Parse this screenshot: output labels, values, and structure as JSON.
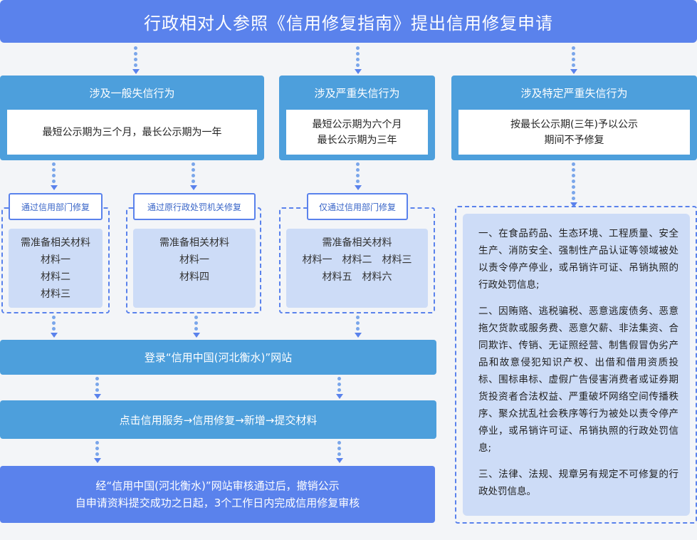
{
  "title": "行政相对人参照《信用修复指南》提出信用修复申请",
  "categories": [
    {
      "title": "涉及一般失信行为",
      "lines": [
        "最短公示期为三个月，最长公示期为一年"
      ]
    },
    {
      "title": "涉及严重失信行为",
      "lines": [
        "最短公示期为六个月",
        "最长公示期为三年"
      ]
    },
    {
      "title": "涉及特定严重失信行为",
      "lines": [
        "按最长公示期(三年)予以公示",
        "期间不予修复"
      ]
    }
  ],
  "methods": [
    {
      "label": "通过信用部门修复",
      "materials": [
        "需准备相关材料",
        "材料一",
        "材料二",
        "材料三"
      ]
    },
    {
      "label": "通过原行政处罚机关修复",
      "materials": [
        "需准备相关材料",
        "材料一",
        "材料四"
      ]
    },
    {
      "label": "仅通过信用部门修复",
      "materials": [
        "需准备相关材料",
        "材料一　材料二　材料三",
        "材料五　材料六"
      ]
    }
  ],
  "steps": {
    "login": "登录“信用中国(河北衡水)”网站",
    "click_path": "点击信用服务→信用修复→新增→提交材料",
    "final_line1": "经“信用中国(河北衡水)”网站审核通过后，撤销公示",
    "final_line2": "自申请资料提交成功之日起，3个工作日内完成信用修复审核"
  },
  "notes": [
    "一、在食品药品、生态环境、工程质量、安全生产、消防安全、强制性产品认证等领域被处以责令停产停业，或吊销许可证、吊销执照的行政处罚信息;",
    "二、因贿赂、逃税骗税、恶意逃废债务、恶意拖欠货款或服务费、恶意欠薪、非法集资、合同欺诈、传销、无证照经营、制售假冒伪劣产品和故意侵犯知识产权、出借和借用资质投标、围标串标、虚假广告侵害消费者或证券期货投资者合法权益、严重破坏网络空间传播秩序、聚众扰乱社会秩序等行为被处以责令停产停业，或吊销许可证、吊销执照的行政处罚信息;",
    "三、法律、法规、规章另有规定不可修复的行政处罚信息。"
  ],
  "colors": {
    "title_bg": "#5a82ec",
    "category_bg": "#4d9fdc",
    "material_bg": "#cddcf7",
    "dashed_border": "#5a82ec",
    "page_bg": "#f3f5f8"
  }
}
